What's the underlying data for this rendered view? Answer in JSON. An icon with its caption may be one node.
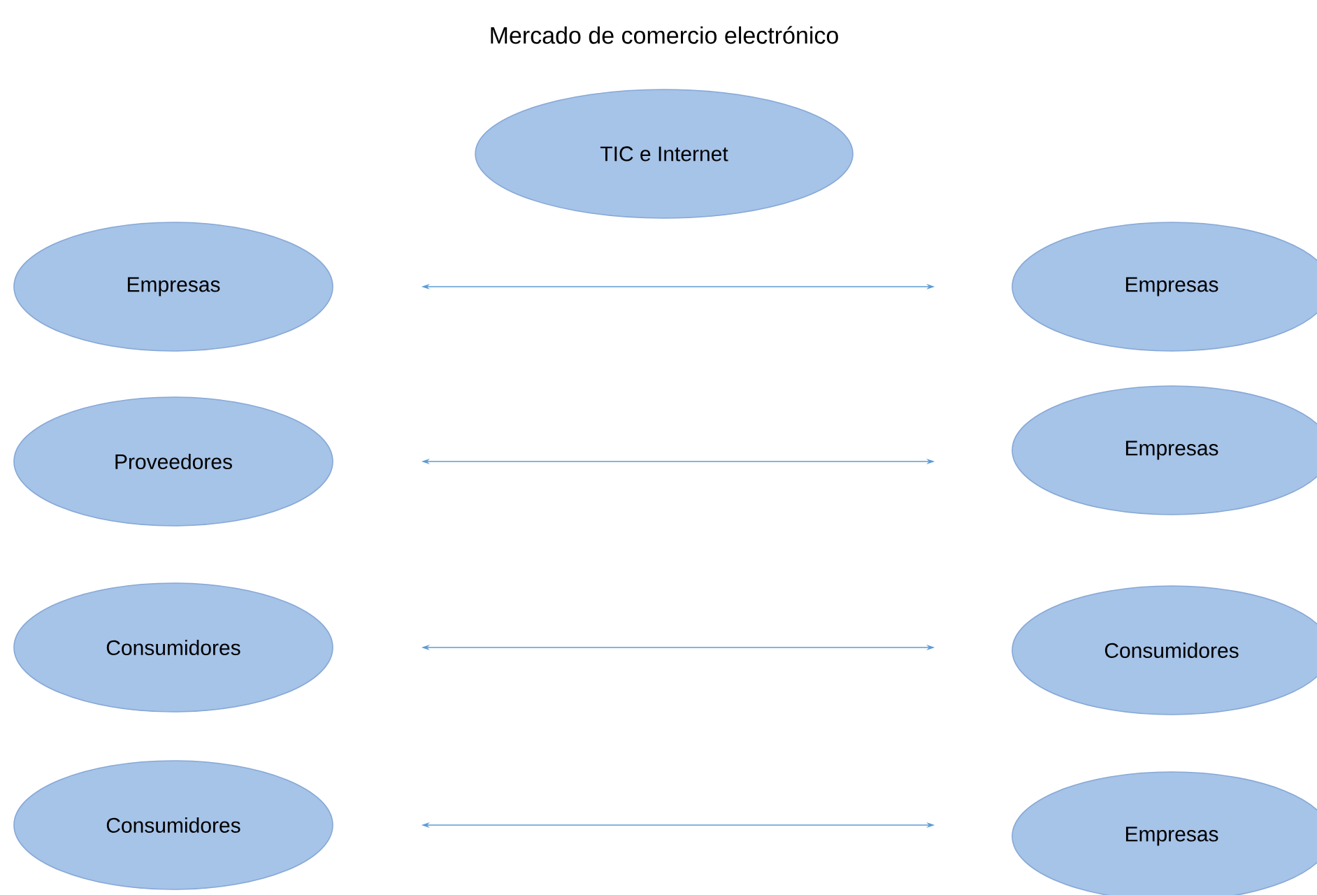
{
  "diagram": {
    "title": "Mercado de comercio electrónico",
    "nodes": [
      {
        "text": [
          "TIC e Internet"
        ]
      },
      {
        "text": [
          "Empresas"
        ]
      },
      {
        "text": [
          "Empresas"
        ]
      },
      {
        "text": [
          "Proveedores"
        ]
      },
      {
        "text": [
          "Empresas"
        ]
      },
      {
        "text": [
          "Consumidores"
        ]
      },
      {
        "text": [
          "Consumidores"
        ]
      },
      {
        "text": [
          "Consumidores"
        ]
      },
      {
        "text": [
          "Empresas"
        ]
      }
    ],
    "edges": [
      {
        "from": 1,
        "to": 2,
        "arrow": "both"
      },
      {
        "from": 3,
        "to": 4,
        "arrow": "both"
      },
      {
        "from": 5,
        "to": 6,
        "arrow": "both"
      },
      {
        "from": 7,
        "to": 8,
        "arrow": "both"
      }
    ]
  }
}
